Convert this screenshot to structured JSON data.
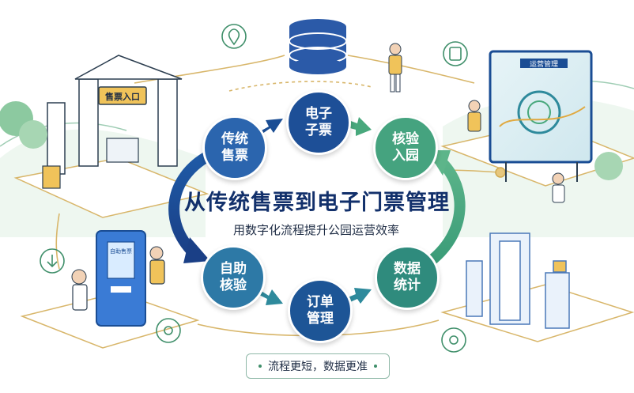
{
  "title": "从传统售票到电子门票管理",
  "subtitle": "用数字化流程提升公园运营效率",
  "footer": "流程更短，数据更准",
  "gate_sign": "售票入口",
  "dashboard_sign": "运营管理",
  "kiosk_sign": "自助售票",
  "nodes": {
    "traditional": {
      "line1": "传统",
      "line2": "售票"
    },
    "eticket": {
      "line1": "电子",
      "line2": "子票"
    },
    "verify_entry": {
      "line1": "核验",
      "line2": "入园"
    },
    "self_verify": {
      "line1": "自助",
      "line2": "核验"
    },
    "order_mgmt": {
      "line1": "订单",
      "line2": "管理"
    },
    "data_stats": {
      "line1": "数据",
      "line2": "统计"
    }
  },
  "colors": {
    "dark_blue": "#1a4d94",
    "teal": "#2e8a9c",
    "green": "#48a87c",
    "navy_text": "#12306b",
    "line_gold": "#d8b66a"
  }
}
